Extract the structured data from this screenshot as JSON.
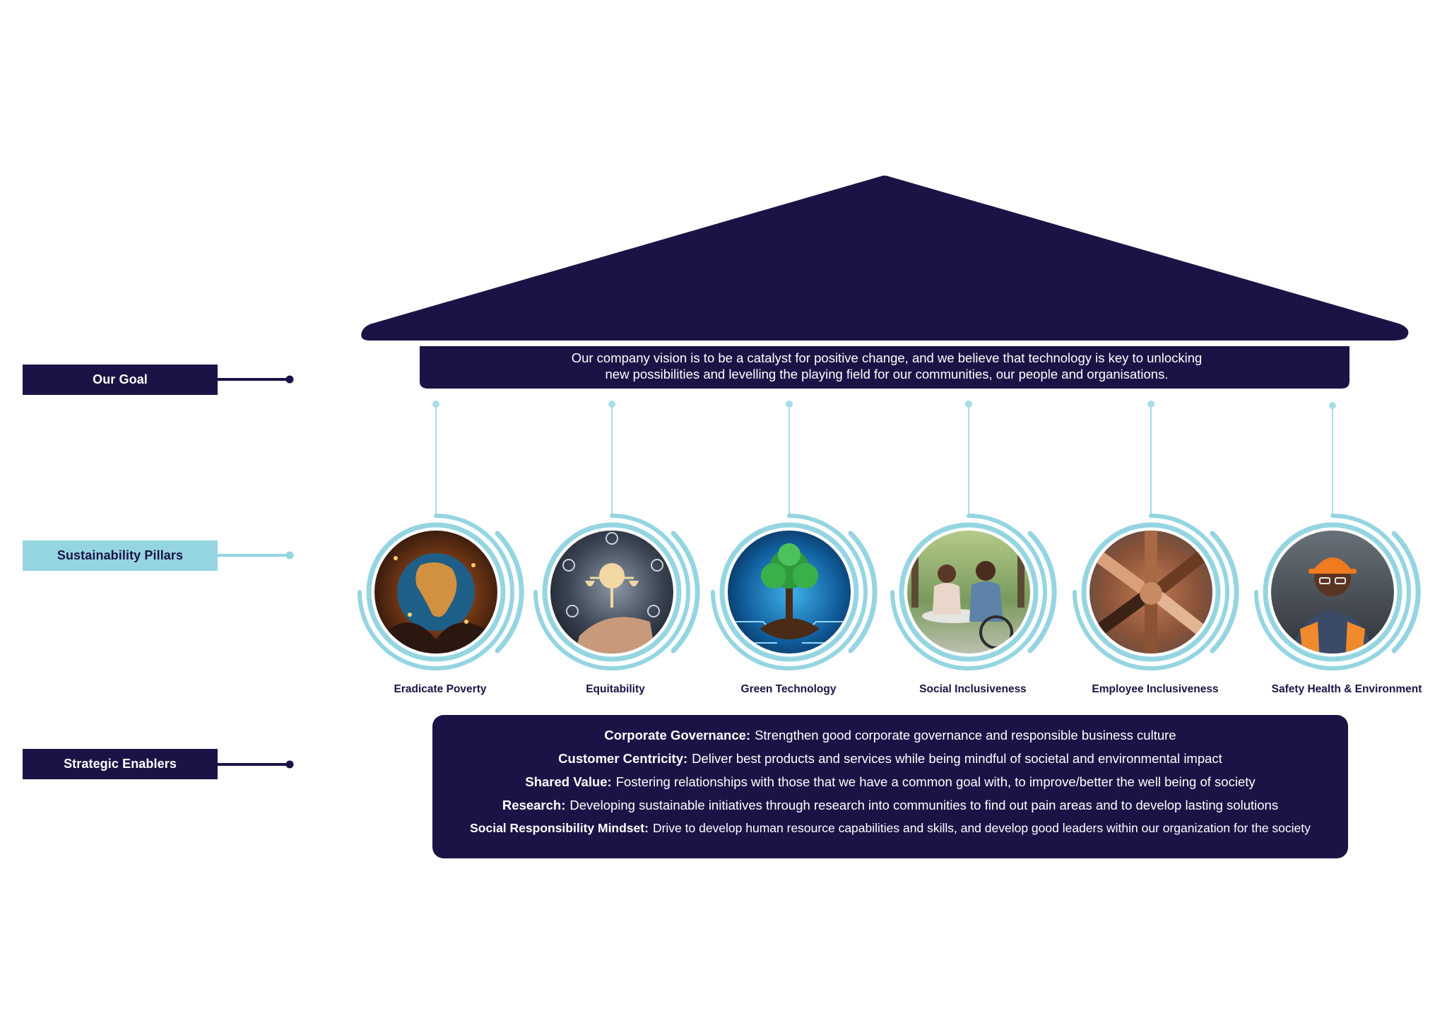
{
  "labels": {
    "our_goal": "Our Goal",
    "sustainability_pillars": "Sustainability Pillars",
    "strategic_enablers": "Strategic Enablers"
  },
  "goal": {
    "line1": "Our company vision is to be a catalyst for positive change, and we believe that technology is key to unlocking",
    "line2": "new possibilities and levelling the playing  field for our communities, our people and organisations."
  },
  "pillars": [
    {
      "label": "Eradicate Poverty",
      "icon": "globe-hands-icon"
    },
    {
      "label": "Equitability",
      "icon": "scales-of-justice-icon"
    },
    {
      "label": "Green Technology",
      "icon": "tree-circuit-icon"
    },
    {
      "label": "Social Inclusiveness",
      "icon": "people-wheelchair-icon"
    },
    {
      "label": "Employee Inclusiveness",
      "icon": "stacked-hands-icon"
    },
    {
      "label": "Safety Health & Environment",
      "icon": "hardhat-worker-icon"
    }
  ],
  "enablers": [
    {
      "title": "Corporate Governance:",
      "text": "Strengthen good corporate governance and responsible business culture"
    },
    {
      "title": "Customer Centricity:",
      "text": "Deliver best products and services while being mindful of societal and environmental impact"
    },
    {
      "title": "Shared Value:",
      "text": "Fostering relationships with those that we have a common goal with, to improve/better the well being of society"
    },
    {
      "title": "Research:",
      "text": "Developing sustainable initiatives through research  into communities to find out pain areas and to develop lasting solutions"
    },
    {
      "title": "Social Responsibility Mindset:",
      "text": "Drive to develop human resource capabilities and skills, and develop good leaders within our organization for the society"
    }
  ],
  "colors": {
    "navy": "#1a1446",
    "light_blue": "#95d5e2",
    "connector_blue": "#a8dce7"
  }
}
